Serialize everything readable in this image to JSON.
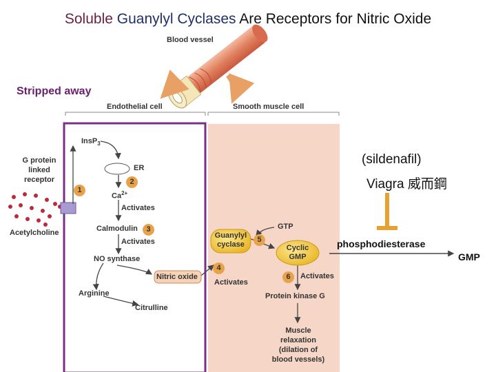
{
  "title": {
    "part1": "Soluble",
    "part2": "Guanylyl Cyclases",
    "part3": "Are Receptors for Nitric Oxide"
  },
  "stripped_label": "Stripped away",
  "figure": {
    "blood_vessel": "Blood vessel",
    "endothelial_cell": "Endothelial cell",
    "smooth_muscle_cell": "Smooth muscle cell",
    "g_protein_receptor": [
      "G protein",
      "linked",
      "receptor"
    ],
    "acetylcholine": "Acetylcholine",
    "insp3": "InsP",
    "insp3_sub": "3",
    "er": "ER",
    "ca": "Ca",
    "ca_sup": "2+",
    "activates_1": "Activates",
    "calmodulin": "Calmodulin",
    "activates_2": "Activates",
    "no_synthase": "NO synthase",
    "arginine": "Arginine",
    "citrulline": "Citrulline",
    "nitric_oxide": "Nitric oxide",
    "activates_4": "Activates",
    "guanylyl_cyclase": [
      "Guanylyl",
      "cyclase"
    ],
    "gtp": "GTP",
    "cyclic_gmp": [
      "Cyclic",
      "GMP"
    ],
    "activates_6": "Activates",
    "protein_kinase_g": "Protein kinase G",
    "muscle_relaxation": [
      "Muscle",
      "relaxation",
      "(dilation of",
      "blood vessels)"
    ],
    "steps": [
      "1",
      "2",
      "3",
      "4",
      "5",
      "6"
    ]
  },
  "annotations": {
    "sildenafil": "(sildenafil)",
    "viagra": "Viagra 威而鋼",
    "phosphodiesterase": "phosphodiesterase",
    "gmp": "GMP"
  },
  "colors": {
    "endothelial_border": "#7a2f86",
    "smooth_muscle_bg": "#f6d6c6",
    "inhibitor": "#e8a030",
    "highlight_yellow": "#f3c93a",
    "step_badge": "#e8a24a",
    "acetylcholine_dots": "#c0283a",
    "receptor": "#a99ad0"
  }
}
